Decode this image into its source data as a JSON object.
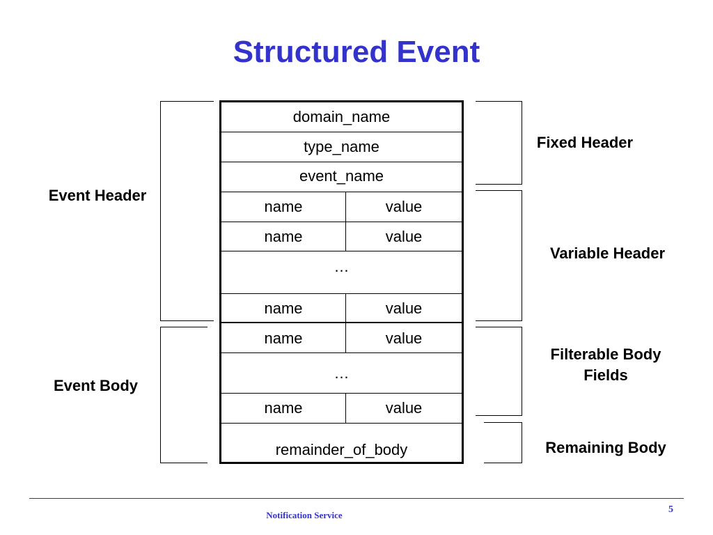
{
  "title": "Structured Event",
  "table": {
    "domain_name": "domain_name",
    "type_name": "type_name",
    "event_name": "event_name",
    "name": "name",
    "value": "value",
    "ellipsis": "…",
    "remainder": "remainder_of_body"
  },
  "left_labels": {
    "event_header": "Event Header",
    "event_body": "Event Body"
  },
  "right_labels": {
    "fixed_header": "Fixed Header",
    "variable_header": "Variable Header",
    "filterable_line1": "Filterable Body",
    "filterable_line2": "Fields",
    "remaining_body": "Remaining Body"
  },
  "footer": {
    "text": "Notification Service",
    "page": "5"
  },
  "colors": {
    "title": "#3333cc",
    "footer_line": "#cc0000"
  }
}
